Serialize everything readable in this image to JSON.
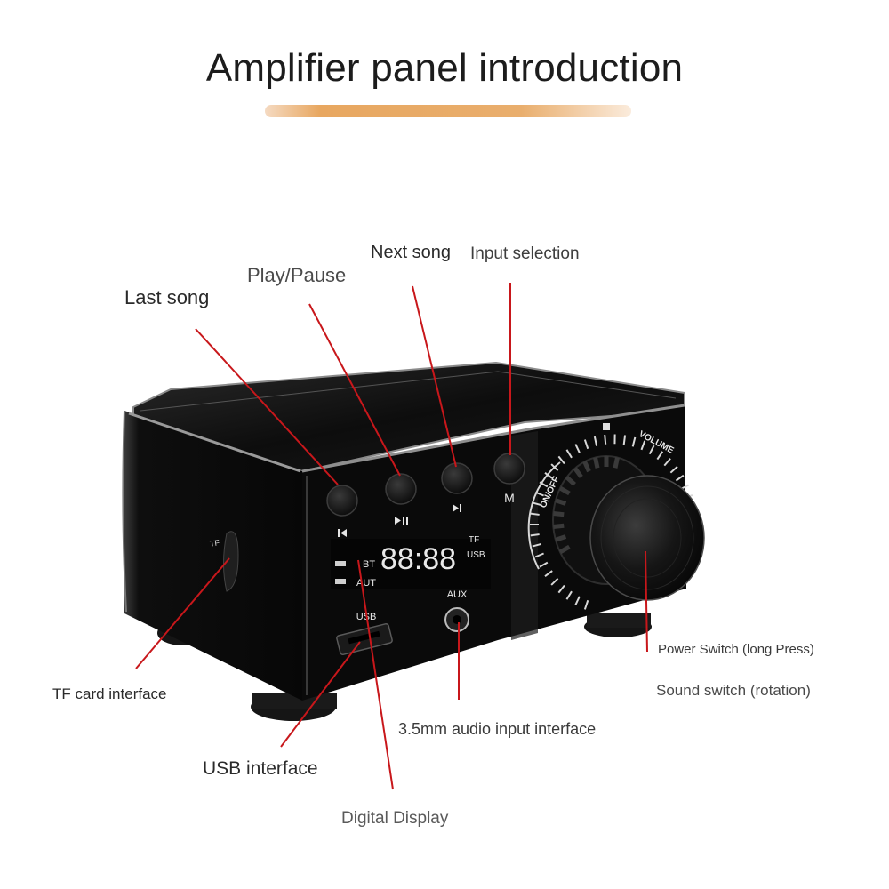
{
  "title": "Amplifier panel introduction",
  "device": {
    "tf_mark": "TF",
    "usb_mark": "USB",
    "aux_mark": "AUX",
    "display_digits": "88:88",
    "bt_mark": "BT",
    "aut_mark": "AUT",
    "tf_indicator": "TF",
    "usb_indicator": "USB",
    "m_mark": "M",
    "onoff_mark": "ON/OFF",
    "volume_mark": "VOLUME"
  },
  "callouts": {
    "last_song": "Last song",
    "play_pause": "Play/Pause",
    "next_song": "Next song",
    "input_selection": "Input selection",
    "tf_card": "TF card interface",
    "usb": "USB interface",
    "digital_display": "Digital Display",
    "audio_input": "3.5mm audio input interface",
    "power_switch": "Power Switch (long Press)",
    "sound_switch": "Sound switch (rotation)"
  },
  "colors": {
    "leader_line": "#c8171b",
    "accent_underline": "#e9a964",
    "device_body": "#111111"
  }
}
